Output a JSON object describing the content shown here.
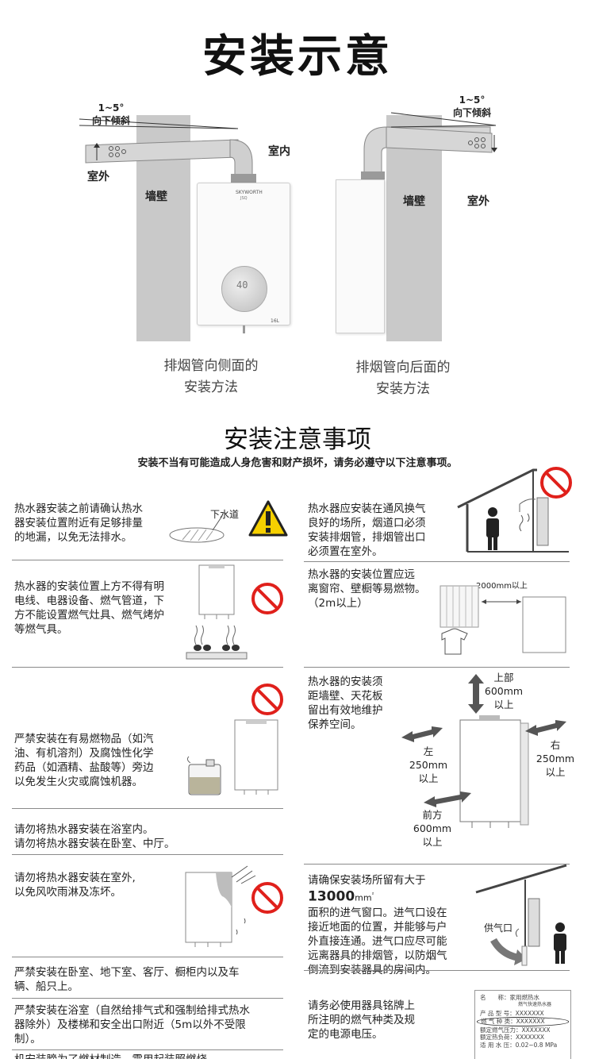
{
  "title": "安装示意",
  "install_diagram": {
    "left": {
      "tilt": "1~5°",
      "tilt_dir": "向下倾斜",
      "outdoor": "室外",
      "indoor": "室内",
      "wall": "墙壁",
      "brand": "SKYWORTH",
      "model": "JSQ",
      "display": "40",
      "capacity": "16L"
    },
    "right": {
      "tilt": "1~5°",
      "tilt_dir": "向下倾斜",
      "wall": "墙壁",
      "outdoor": "室外"
    },
    "caption_left": [
      "排烟管向侧面的",
      "安装方法"
    ],
    "caption_right": [
      "排烟管向后面的",
      "安装方法"
    ]
  },
  "notes_title": "安装注意事项",
  "notes_subtitle": "安装不当有可能造成人身危害和财产损坏，请务必遵守以下注意事项。",
  "left_notes": {
    "n1": [
      "热水器安装之前请确认热水",
      "器安装位置附近有足够排量",
      "的地漏，以免无法排水。"
    ],
    "n1_label": "下水道",
    "n2": [
      "热水器的安装位置上方不得有明",
      "电线、电器设备、燃气管道，下",
      "方不能设置燃气灶具、燃气烤炉",
      "等燃气具。"
    ],
    "n3": [
      "严禁安装在有易燃物品（如汽",
      "油、有机溶剂）及腐蚀性化学",
      "药品（如酒精、盐酸等）旁边",
      "以免发生火灾或腐蚀机器。"
    ],
    "n4": [
      "请勿将热水器安装在浴室内。",
      "请勿将热水器安装在卧室、中厅。"
    ],
    "n5": [
      "请勿将热水器安装在室外,",
      "以免风吹雨淋及冻坏。"
    ],
    "n6": [
      "严禁安装在卧室、地下室、客厅、橱柜内以及车",
      "辆、船只上。"
    ],
    "n7": [
      "严禁安装在浴室（自然给排气式和强制给排式热水",
      "器除外）及楼梯和安全出口附近（5m以外不受限",
      "制）。"
    ],
    "n8": [
      "机安装膀为了燃材制造，需用起装照燃烧"
    ]
  },
  "right_notes": {
    "n1": [
      "热水器应安装在通风换气",
      "良好的场所，烟道口必须",
      "安装排烟管，排烟管出口",
      "必须置在室外。"
    ],
    "n2": [
      "热水器的安装位置应远",
      "离窗帘、壁橱等易燃物。",
      "（2m以上）"
    ],
    "n2_label": "2000mm以上",
    "n3": [
      "热水器的安装须",
      "距墙壁、天花板",
      "留出有效地维护",
      "保养空间。"
    ],
    "clearance": {
      "top": [
        "上部",
        "600mm",
        "以上"
      ],
      "left": [
        "左",
        "250mm",
        "以上"
      ],
      "right": [
        "右",
        "250mm",
        "以上"
      ],
      "front": [
        "前方",
        "600mm",
        "以上"
      ]
    },
    "n4": [
      "请确保安装场所留有大于",
      "13000",
      "mm",
      "²",
      "面积的进气窗口。进气口设在",
      "接近地面的位置，并能够与户",
      "外直接连通。进气口应尽可能",
      "远离器具的排烟管，以防烟气",
      "倒流到安装器具的房间内。"
    ],
    "n4_label": "供气口",
    "n5": [
      "请务必使用器具铭牌上",
      "所注明的燃气种类及规",
      "定的电源电压。"
    ],
    "nameplate": [
      "名　　称：家用燃热水",
      "燃气快速热水器",
      "产 品 型 号：XXXXXXX",
      "燃 气 种 类：XXXXXXX",
      "额定燃气压力：XXXXXXX",
      "额定热负荷：XXXXXXX",
      "适 用 水 压：0.02~0.8 MPa"
    ]
  }
}
